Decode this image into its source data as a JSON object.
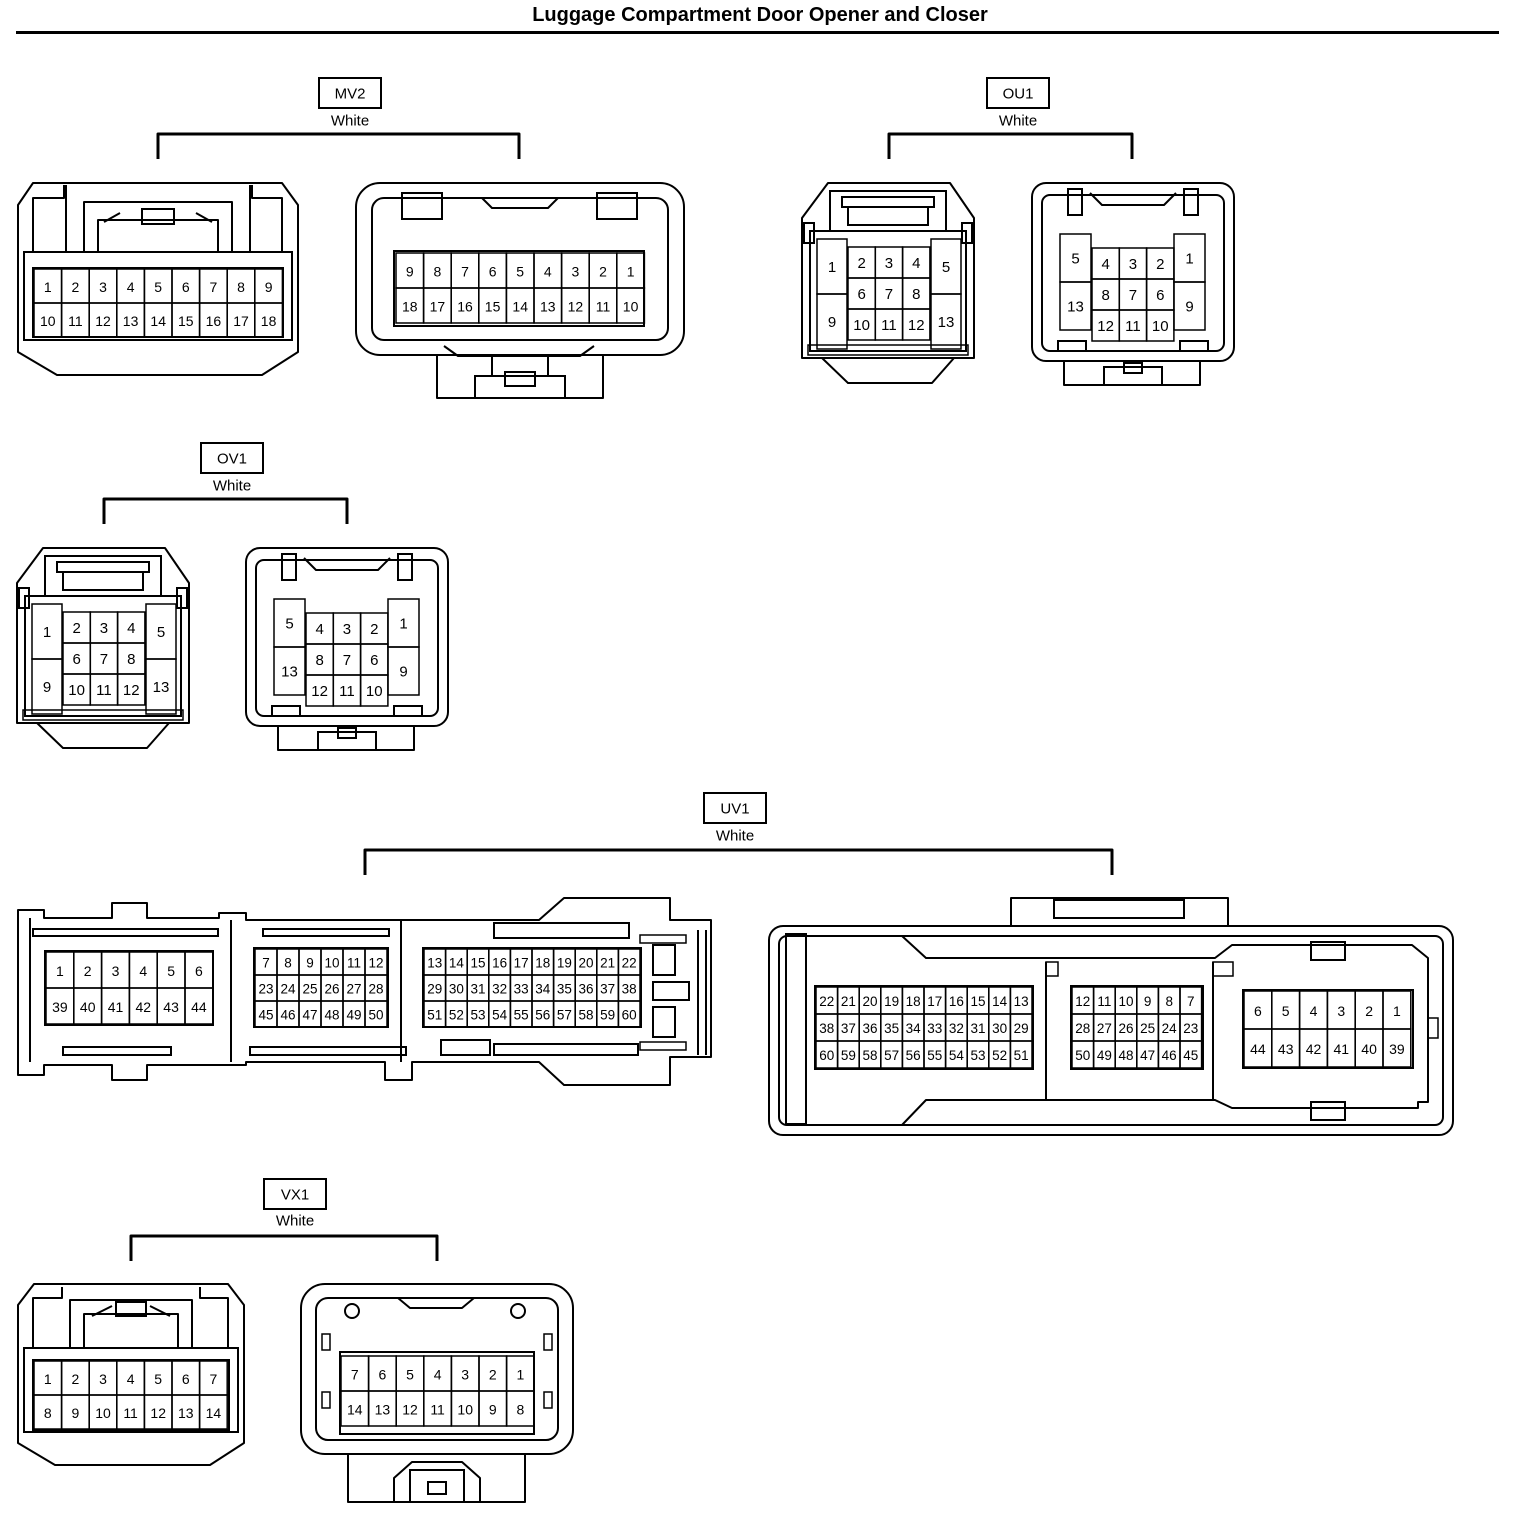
{
  "page": {
    "title": "Luggage Compartment Door Opener and Closer"
  },
  "connectors": [
    {
      "id": "MV2",
      "color": "White",
      "male": {
        "rows": [
          [
            "1",
            "2",
            "3",
            "4",
            "5",
            "6",
            "7",
            "8",
            "9"
          ],
          [
            "10",
            "11",
            "12",
            "13",
            "14",
            "15",
            "16",
            "17",
            "18"
          ]
        ]
      },
      "female": {
        "rows": [
          [
            "9",
            "8",
            "7",
            "6",
            "5",
            "4",
            "3",
            "2",
            "1"
          ],
          [
            "18",
            "17",
            "16",
            "15",
            "14",
            "13",
            "12",
            "11",
            "10"
          ]
        ]
      }
    },
    {
      "id": "OU1",
      "color": "White",
      "male": {
        "left": [
          "1",
          "9"
        ],
        "center": [
          [
            "2",
            "3",
            "4"
          ],
          [
            "6",
            "7",
            "8"
          ],
          [
            "10",
            "11",
            "12"
          ]
        ],
        "right": [
          "5",
          "13"
        ]
      },
      "female": {
        "left": [
          "5",
          "13"
        ],
        "center": [
          [
            "4",
            "3",
            "2"
          ],
          [
            "8",
            "7",
            "6"
          ],
          [
            "12",
            "11",
            "10"
          ]
        ],
        "right": [
          "1",
          "9"
        ]
      }
    },
    {
      "id": "OV1",
      "color": "White",
      "male": {
        "left": [
          "1",
          "9"
        ],
        "center": [
          [
            "2",
            "3",
            "4"
          ],
          [
            "6",
            "7",
            "8"
          ],
          [
            "10",
            "11",
            "12"
          ]
        ],
        "right": [
          "5",
          "13"
        ]
      },
      "female": {
        "left": [
          "5",
          "13"
        ],
        "center": [
          [
            "4",
            "3",
            "2"
          ],
          [
            "8",
            "7",
            "6"
          ],
          [
            "12",
            "11",
            "10"
          ]
        ],
        "right": [
          "1",
          "9"
        ]
      }
    },
    {
      "id": "UV1",
      "color": "White",
      "male": {
        "blocks": [
          [
            [
              "1",
              "2",
              "3",
              "4",
              "5",
              "6"
            ],
            [
              "39",
              "40",
              "41",
              "42",
              "43",
              "44"
            ]
          ],
          [
            [
              "7",
              "8",
              "9",
              "10",
              "11",
              "12"
            ],
            [
              "23",
              "24",
              "25",
              "26",
              "27",
              "28"
            ],
            [
              "45",
              "46",
              "47",
              "48",
              "49",
              "50"
            ]
          ],
          [
            [
              "13",
              "14",
              "15",
              "16",
              "17",
              "18",
              "19",
              "20",
              "21",
              "22"
            ],
            [
              "29",
              "30",
              "31",
              "32",
              "33",
              "34",
              "35",
              "36",
              "37",
              "38"
            ],
            [
              "51",
              "52",
              "53",
              "54",
              "55",
              "56",
              "57",
              "58",
              "59",
              "60"
            ]
          ]
        ]
      },
      "female": {
        "blocks": [
          [
            [
              "22",
              "21",
              "20",
              "19",
              "18",
              "17",
              "16",
              "15",
              "14",
              "13"
            ],
            [
              "38",
              "37",
              "36",
              "35",
              "34",
              "33",
              "32",
              "31",
              "30",
              "29"
            ],
            [
              "60",
              "59",
              "58",
              "57",
              "56",
              "55",
              "54",
              "53",
              "52",
              "51"
            ]
          ],
          [
            [
              "12",
              "11",
              "10",
              "9",
              "8",
              "7"
            ],
            [
              "28",
              "27",
              "26",
              "25",
              "24",
              "23"
            ],
            [
              "50",
              "49",
              "48",
              "47",
              "46",
              "45"
            ]
          ],
          [
            [
              "6",
              "5",
              "4",
              "3",
              "2",
              "1"
            ],
            [
              "44",
              "43",
              "42",
              "41",
              "40",
              "39"
            ]
          ]
        ]
      }
    },
    {
      "id": "VX1",
      "color": "White",
      "male": {
        "rows": [
          [
            "1",
            "2",
            "3",
            "4",
            "5",
            "6",
            "7"
          ],
          [
            "8",
            "9",
            "10",
            "11",
            "12",
            "13",
            "14"
          ]
        ]
      },
      "female": {
        "rows": [
          [
            "7",
            "6",
            "5",
            "4",
            "3",
            "2",
            "1"
          ],
          [
            "14",
            "13",
            "12",
            "11",
            "10",
            "9",
            "8"
          ]
        ]
      }
    }
  ]
}
